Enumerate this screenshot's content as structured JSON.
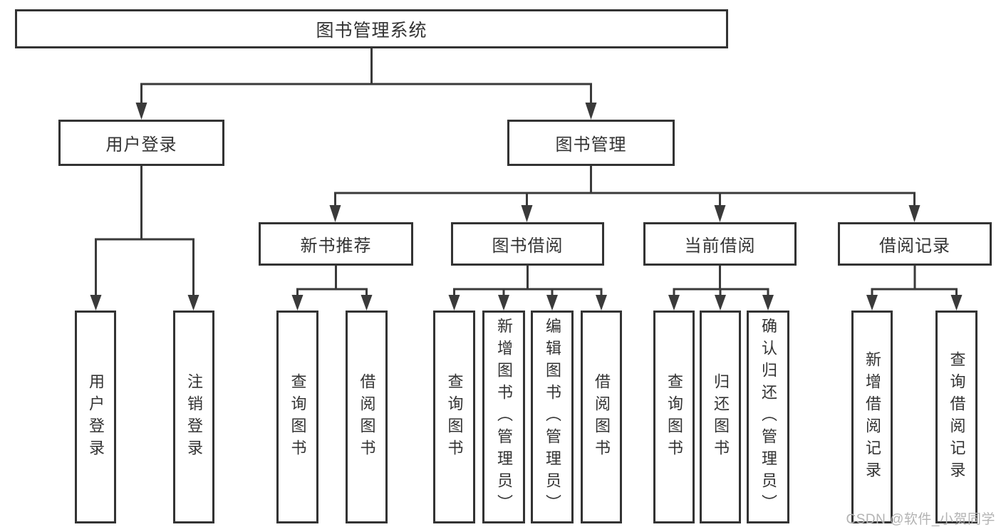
{
  "diagram": {
    "type": "tree",
    "colors": {
      "border": "#333333",
      "line": "#3a3a3a",
      "text": "#333333",
      "watermark": "#b3b3b3",
      "background": "#ffffff"
    },
    "root": {
      "label": "图书管理系统"
    },
    "level2": [
      {
        "label": "用户登录",
        "parent": "图书管理系统"
      },
      {
        "label": "图书管理",
        "parent": "图书管理系统"
      }
    ],
    "level3": [
      {
        "label": "新书推荐",
        "parent": "图书管理"
      },
      {
        "label": "图书借阅",
        "parent": "图书管理"
      },
      {
        "label": "当前借阅",
        "parent": "图书管理"
      },
      {
        "label": "借阅记录",
        "parent": "图书管理"
      }
    ],
    "leaves": [
      {
        "label": "用户登录",
        "parent": "用户登录"
      },
      {
        "label": "注销登录",
        "parent": "用户登录"
      },
      {
        "label": "查询图书",
        "parent": "新书推荐"
      },
      {
        "label": "借阅图书",
        "parent": "新书推荐"
      },
      {
        "label": "查询图书",
        "parent": "图书借阅"
      },
      {
        "label": "新增图书（管理员）",
        "parent": "图书借阅"
      },
      {
        "label": "编辑图书（管理员）",
        "parent": "图书借阅"
      },
      {
        "label": "借阅图书",
        "parent": "图书借阅"
      },
      {
        "label": "查询图书",
        "parent": "当前借阅"
      },
      {
        "label": "归还图书",
        "parent": "当前借阅"
      },
      {
        "label": "确认归还（管理员）",
        "parent": "当前借阅"
      },
      {
        "label": "新增借阅记录",
        "parent": "借阅记录"
      },
      {
        "label": "查询借阅记录",
        "parent": "借阅记录"
      }
    ],
    "watermark": "CSDN @软件_小贺同学"
  }
}
